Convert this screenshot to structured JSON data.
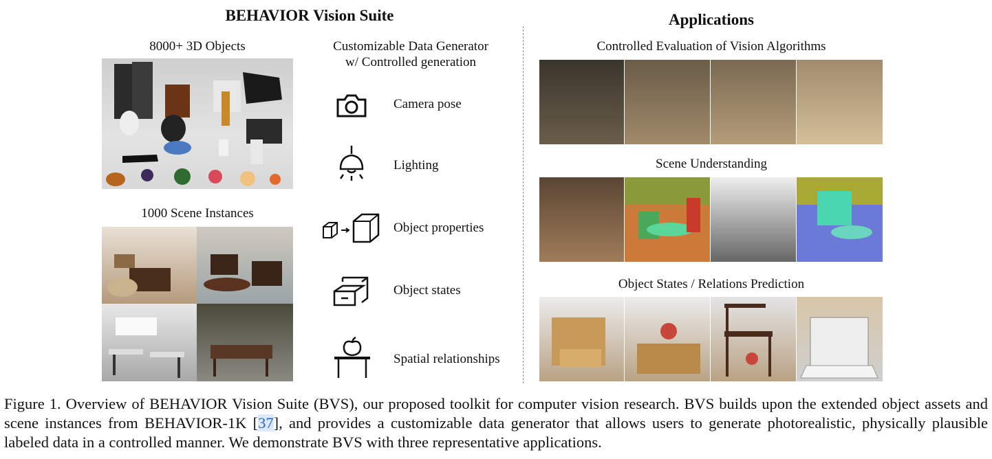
{
  "suite": {
    "title": "BEHAVIOR Vision Suite",
    "objects_label": "8000+ 3D Objects",
    "scenes_label": "1000 Scene Instances",
    "generator_title_line1": "Customizable Data Generator",
    "generator_title_line2": "w/ Controlled generation",
    "generator_items": [
      {
        "label": "Camera pose",
        "icon": "camera-icon"
      },
      {
        "label": "Lighting",
        "icon": "ceiling-lamp-icon"
      },
      {
        "label": "Object properties",
        "icon": "box-scale-icon"
      },
      {
        "label": "Object states",
        "icon": "drawer-cabinet-icon"
      },
      {
        "label": "Spatial relationships",
        "icon": "apple-on-table-icon"
      }
    ]
  },
  "applications": {
    "title": "Applications",
    "sections": [
      {
        "label": "Controlled Evaluation of Vision Algorithms"
      },
      {
        "label": "Scene Understanding"
      },
      {
        "label": "Object States / Relations Prediction"
      }
    ]
  },
  "caption": {
    "part1": "Figure 1. Overview of BEHAVIOR Vision Suite (BVS), our proposed toolkit for computer vision research. BVS builds upon the extended object assets and scene instances from BEHAVIOR-1K [",
    "cite": "37",
    "part2": "], and provides a customizable data generator that allows users to generate photorealistic, physically plausible labeled data in a controlled manner. We demonstrate BVS with three representative applications."
  }
}
